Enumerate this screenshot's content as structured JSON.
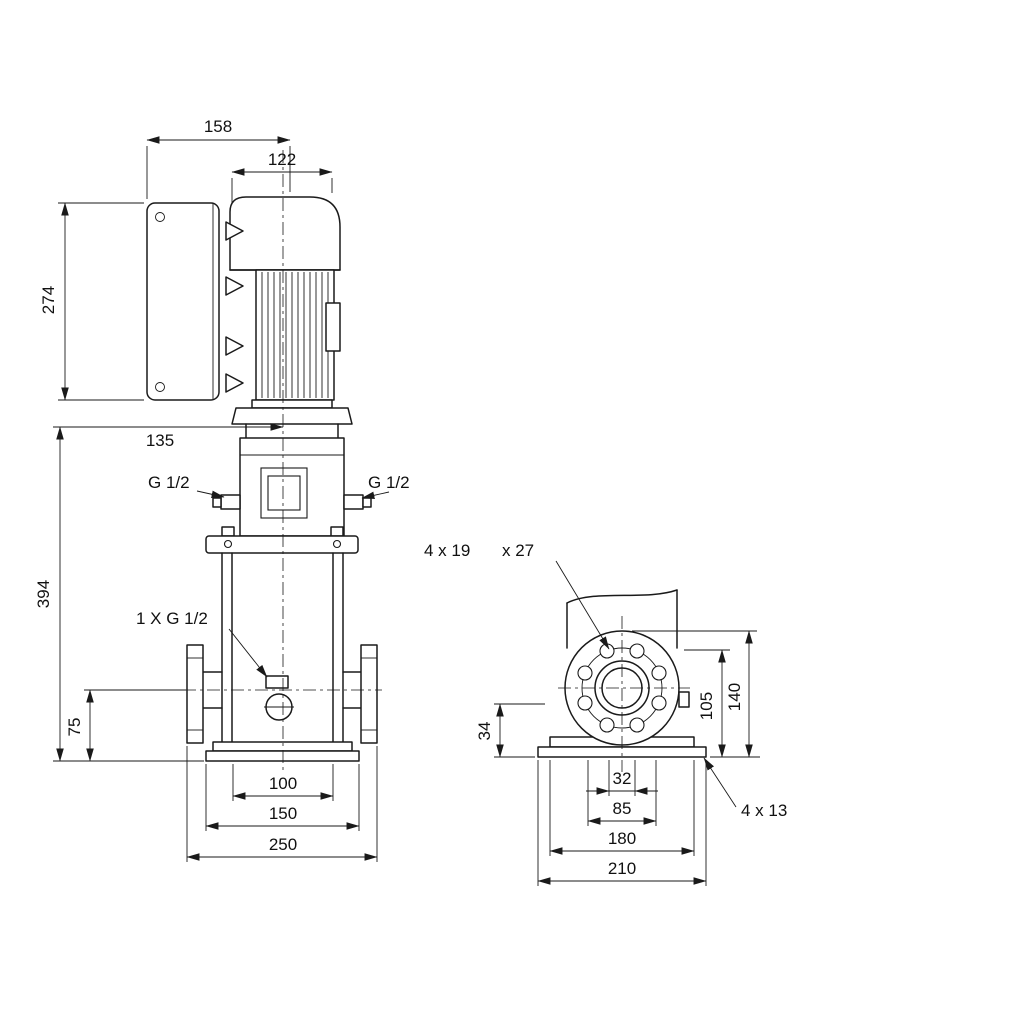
{
  "front_view": {
    "dims": {
      "d158": "158",
      "d122": "122",
      "d274": "274",
      "d135": "135",
      "d394": "394",
      "d75": "75",
      "d100": "100",
      "d150": "150",
      "d250": "250"
    },
    "labels": {
      "port_left": "G 1/2",
      "port_right": "G 1/2",
      "drain": "1 X G 1/2"
    }
  },
  "side_view": {
    "dims": {
      "d34": "34",
      "d105": "105",
      "d140": "140",
      "d32": "32",
      "d85": "85",
      "d180": "180",
      "d210": "210"
    },
    "labels": {
      "flange_holes_a": "4 x 19",
      "flange_holes_b": "x 27",
      "base_holes": "4  x  13"
    }
  },
  "colors": {
    "line": "#1a1a1a",
    "background": "#ffffff"
  }
}
